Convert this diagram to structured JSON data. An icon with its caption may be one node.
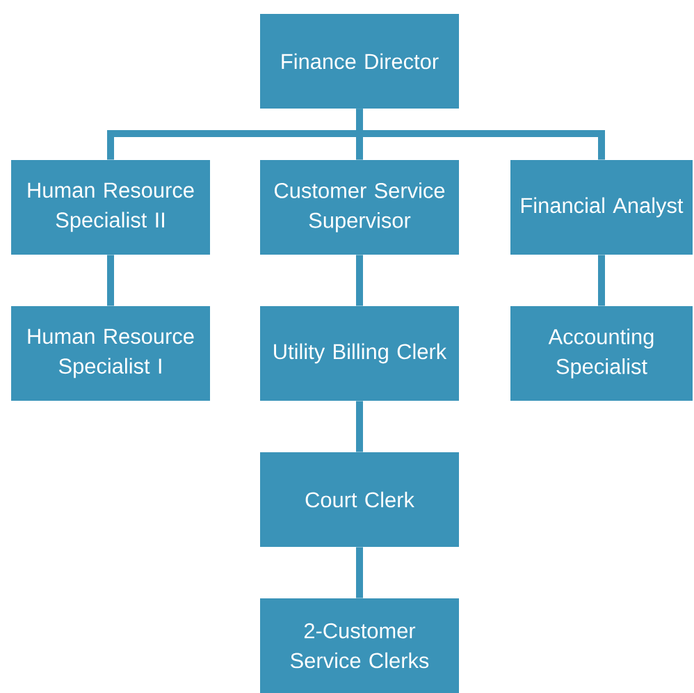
{
  "diagram": {
    "nodes": [
      {
        "text": [
          "Finance Director"
        ]
      },
      {
        "text": [
          "Human Resource Specialist II"
        ]
      },
      {
        "text": [
          "Customer Service Supervisor"
        ]
      },
      {
        "text": [
          "Financial Analyst"
        ]
      },
      {
        "text": [
          "Human Resource Specialist I"
        ]
      },
      {
        "text": [
          "Utility Billing Clerk"
        ]
      },
      {
        "text": [
          "Accounting Specialist"
        ]
      },
      {
        "text": [
          "Court Clerk"
        ]
      },
      {
        "text": [
          "2-Customer Service Clerks"
        ]
      }
    ],
    "edges": [
      {
        "from": 0,
        "to": 1,
        "arrow": "none"
      },
      {
        "from": 0,
        "to": 2,
        "arrow": "none"
      },
      {
        "from": 0,
        "to": 3,
        "arrow": "none"
      },
      {
        "from": 1,
        "to": 4,
        "arrow": "none"
      },
      {
        "from": 2,
        "to": 5,
        "arrow": "none"
      },
      {
        "from": 3,
        "to": 6,
        "arrow": "none"
      },
      {
        "from": 5,
        "to": 7,
        "arrow": "none"
      },
      {
        "from": 7,
        "to": 8,
        "arrow": "none"
      }
    ]
  }
}
